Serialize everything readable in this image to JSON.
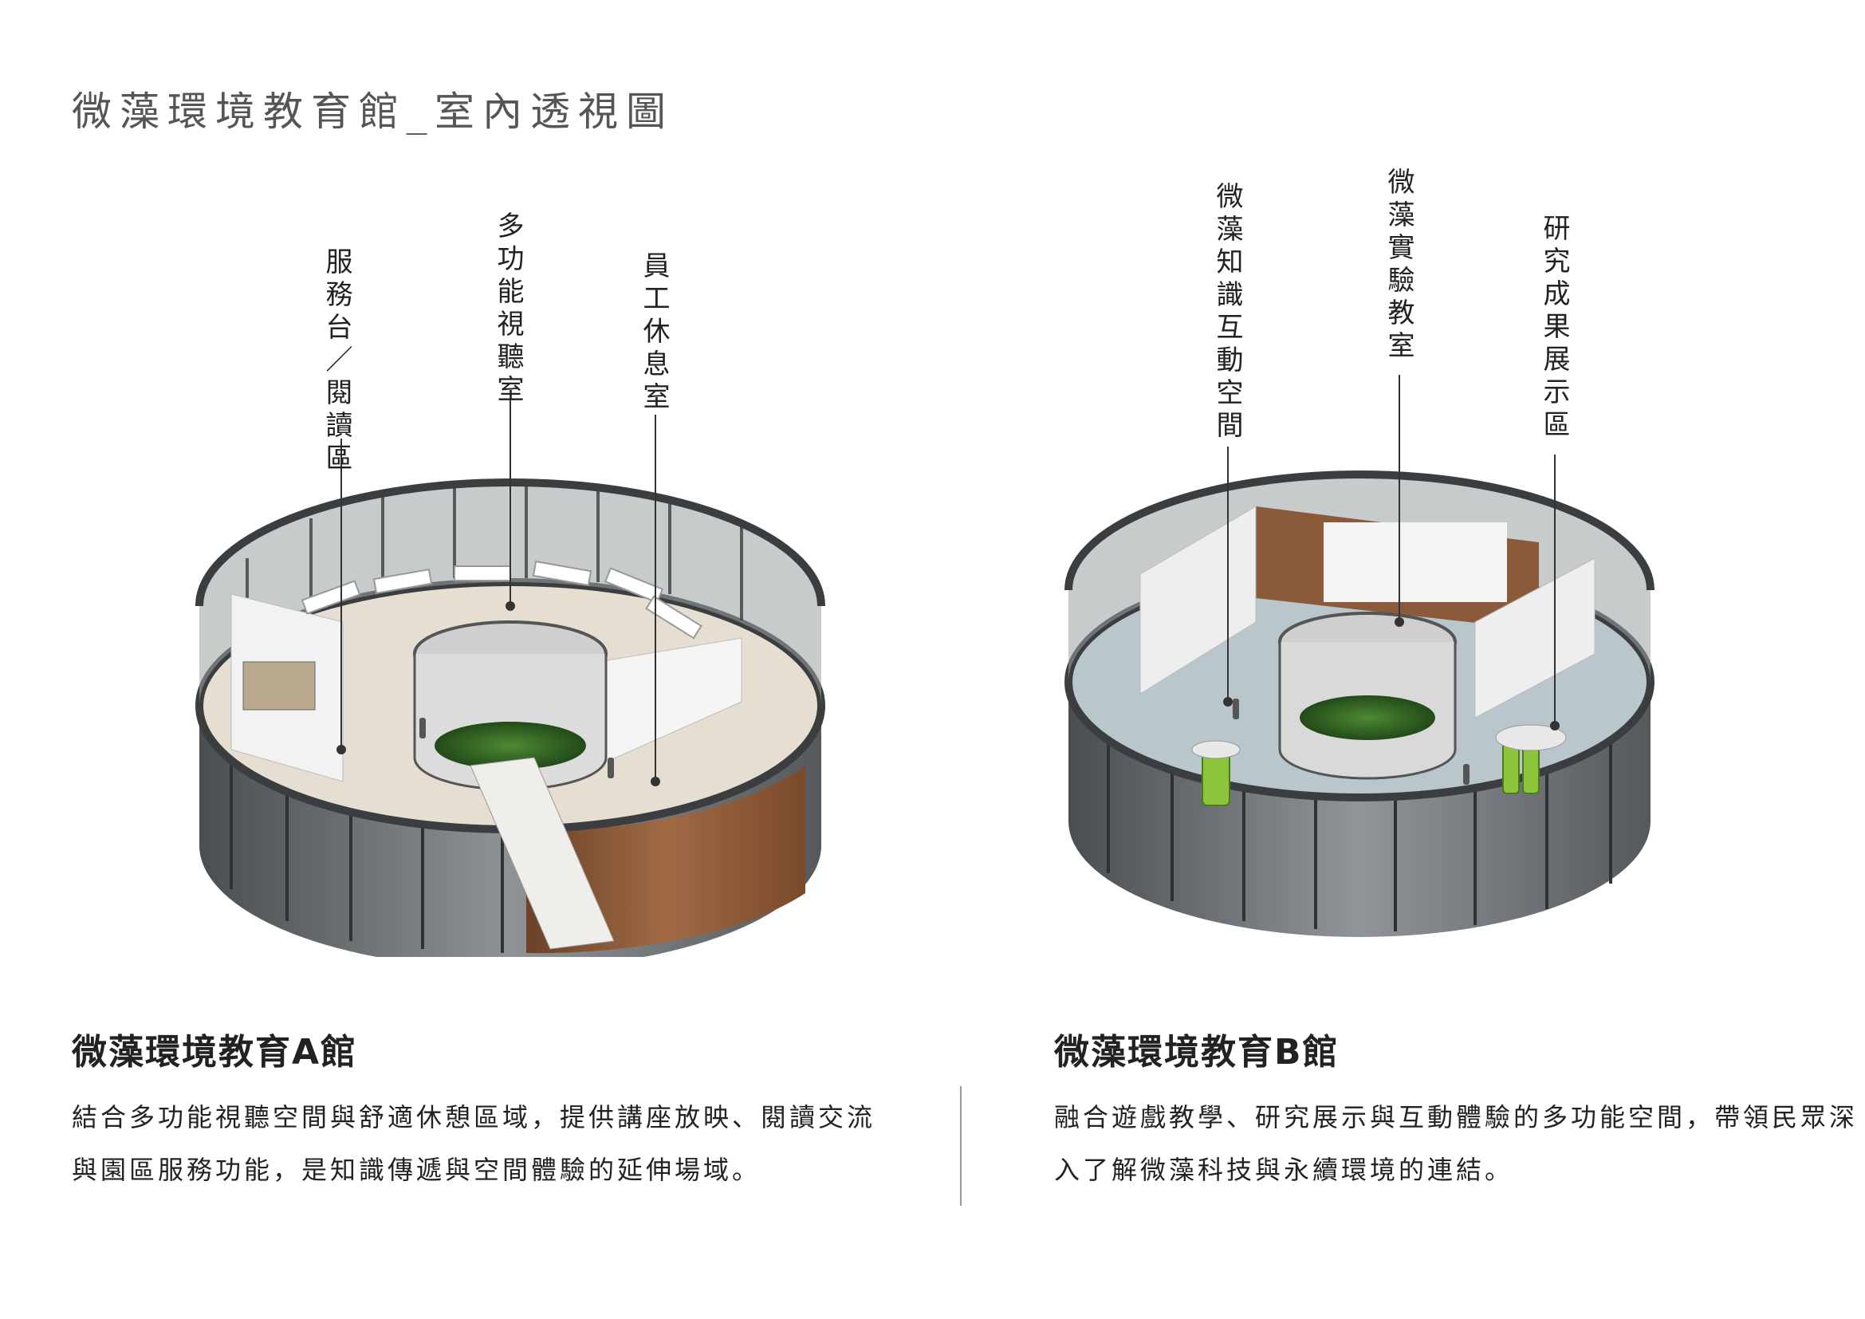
{
  "page": {
    "title": "微藻環境教育館_室內透視圖"
  },
  "hall_a": {
    "labels": [
      "服務台／閱讀區",
      "多功能視聽室",
      "員工休息室"
    ],
    "title": "微藻環境教育A館",
    "description": "結合多功能視聽空間與舒適休憩區域，提供講座放映、閱讀交流與園區服務功能，是知識傳遞與空間體驗的延伸場域。"
  },
  "hall_b": {
    "labels": [
      "微藻知識互動空間",
      "微藻實驗教室",
      "研究成果展示區"
    ],
    "title": "微藻環境教育B館",
    "description": "融合遊戲教學、研究展示與互動體驗的多功能空間，帶領民眾深入了解微藻科技與永續環境的連結。"
  },
  "colors": {
    "glass": "#6f7376",
    "wood": "#8a5a3a",
    "floor_a": "#e6ded0",
    "floor_b": "#b9c6cc",
    "algae": "#3a6b2a",
    "lime": "#8cc43c"
  }
}
